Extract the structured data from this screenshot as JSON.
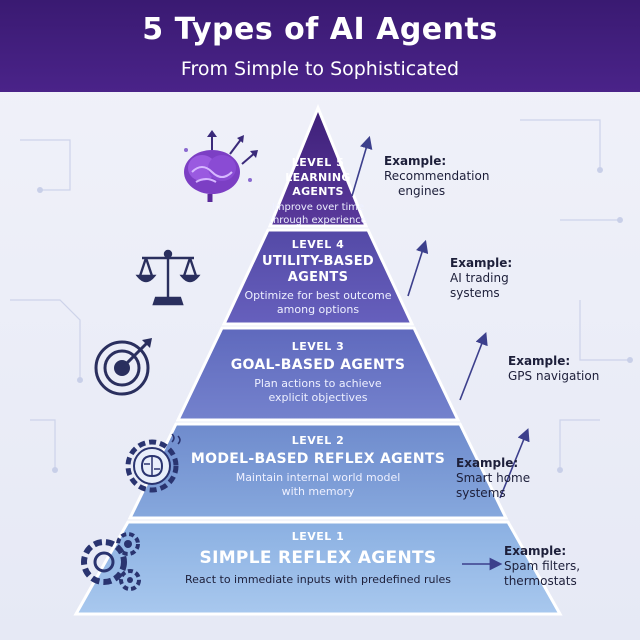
{
  "header": {
    "title": "5 Types of AI Agents",
    "subtitle": "From Simple to Sophisticated"
  },
  "colors": {
    "header_bg": "#3f1c7c",
    "level5": "#4b2a8a",
    "level4": "#5a55b4",
    "level3": "#6772c4",
    "level2": "#7d9fd8",
    "level1": "#9cc0ea",
    "text_dark": "#1d1f3a"
  },
  "levels": [
    {
      "level": "LEVEL 5",
      "name_lines": [
        "LEARNING",
        "AGENTS"
      ],
      "desc_lines": [
        "Improve over time",
        "through experience"
      ],
      "example_label": "Example:",
      "example_lines": [
        "Recommendation",
        "engines"
      ],
      "icon": "brain-growth-icon"
    },
    {
      "level": "LEVEL 4",
      "name_lines": [
        "UTILITY-BASED",
        "AGENTS"
      ],
      "desc_lines": [
        "Optimize for best outcome",
        "among options"
      ],
      "example_label": "Example:",
      "example_lines": [
        "AI trading",
        "systems"
      ],
      "icon": "balance-scale-icon"
    },
    {
      "level": "LEVEL 3",
      "name_lines": [
        "GOAL-BASED AGENTS"
      ],
      "desc_lines": [
        "Plan actions to achieve",
        "explicit objectives"
      ],
      "example_label": "Example:",
      "example_lines": [
        "GPS navigation"
      ],
      "icon": "target-icon"
    },
    {
      "level": "LEVEL 2",
      "name_lines": [
        "MODEL-BASED REFLEX AGENTS"
      ],
      "desc_lines": [
        "Maintain internal world model",
        "with memory"
      ],
      "example_label": "Example:",
      "example_lines": [
        "Smart home",
        "systems"
      ],
      "icon": "brain-gear-icon"
    },
    {
      "level": "LEVEL 1",
      "name_lines": [
        "SIMPLE REFLEX AGENTS"
      ],
      "desc_lines": [
        "React to immediate inputs with predefined rules"
      ],
      "example_label": "Example:",
      "example_lines": [
        "Spam filters,",
        "thermostats"
      ],
      "icon": "gears-icon"
    }
  ]
}
